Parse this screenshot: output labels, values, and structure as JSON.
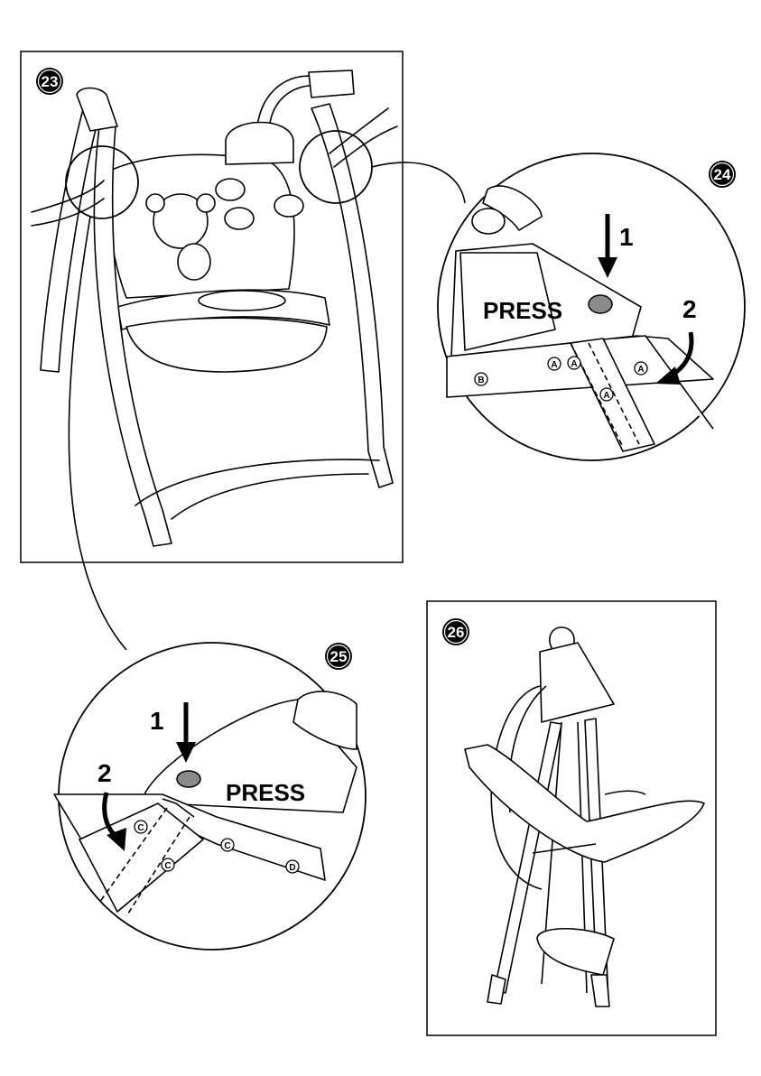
{
  "steps": {
    "step23": {
      "number": "23"
    },
    "step24": {
      "number": "24",
      "press_label": "PRESS",
      "arrow1_label": "1",
      "arrow2_label": "2",
      "markers": [
        "B",
        "A",
        "A",
        "A",
        "A"
      ]
    },
    "step25": {
      "number": "25",
      "press_label": "PRESS",
      "arrow1_label": "1",
      "arrow2_label": "2",
      "markers": [
        "C",
        "C",
        "C",
        "D"
      ]
    },
    "step26": {
      "number": "26"
    }
  },
  "colors": {
    "line": "#000000",
    "button": "#8a8a8a",
    "background": "#ffffff"
  }
}
